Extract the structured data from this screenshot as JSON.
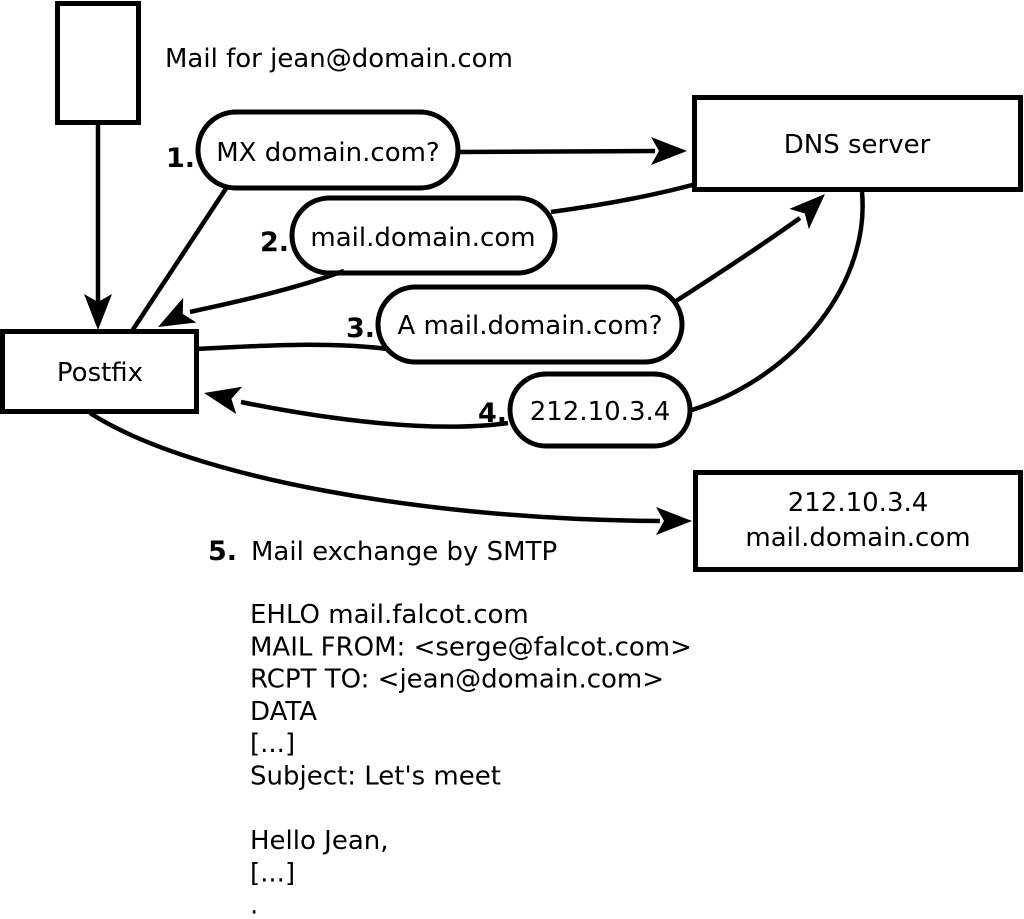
{
  "colors": {
    "ink": "#000000",
    "background": "#ffffff"
  },
  "nodes": {
    "mail_label": "Mail for jean@domain.com",
    "postfix_label": "Postfix",
    "dns_label": "DNS server",
    "mailserver_ip": "212.10.3.4",
    "mailserver_host": "mail.domain.com"
  },
  "steps": [
    {
      "num": "1.",
      "label": "MX domain.com?"
    },
    {
      "num": "2.",
      "label": "mail.domain.com"
    },
    {
      "num": "3.",
      "label": "A mail.domain.com?"
    },
    {
      "num": "4.",
      "label": "212.10.3.4"
    },
    {
      "num": "5.",
      "label": "Mail exchange by SMTP"
    }
  ],
  "smtp_session": {
    "lines": [
      "EHLO mail.falcot.com",
      "MAIL FROM: <serge@falcot.com>",
      "RCPT TO: <jean@domain.com>",
      "DATA",
      "[...]",
      "Subject: Let's meet",
      "",
      "Hello Jean,",
      "[...]",
      "."
    ]
  }
}
